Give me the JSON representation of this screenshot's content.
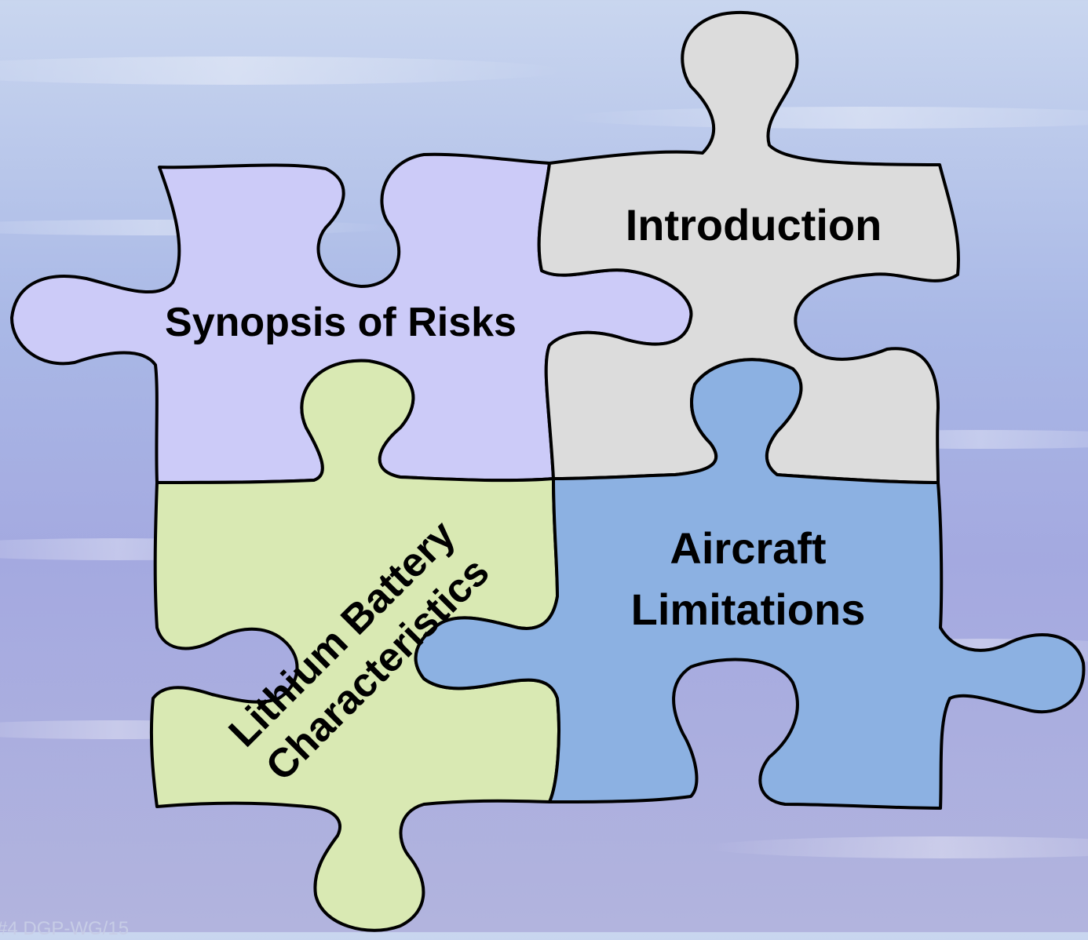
{
  "diagram": {
    "type": "puzzle-pieces",
    "pieces": [
      {
        "id": "introduction",
        "lines": [
          "Introduction"
        ],
        "color": "#dcdcdc"
      },
      {
        "id": "synopsis",
        "lines": [
          "Synopsis of Risks"
        ],
        "color": "#cccbf8"
      },
      {
        "id": "lithium",
        "lines": [
          "Lithium Battery",
          "Characteristics"
        ],
        "color": "#d9e9b3"
      },
      {
        "id": "aircraft",
        "lines": [
          "Aircraft",
          "Limitations"
        ],
        "color": "#8cb1e2"
      }
    ]
  },
  "footer_text": "#4 DGP-WG/15"
}
